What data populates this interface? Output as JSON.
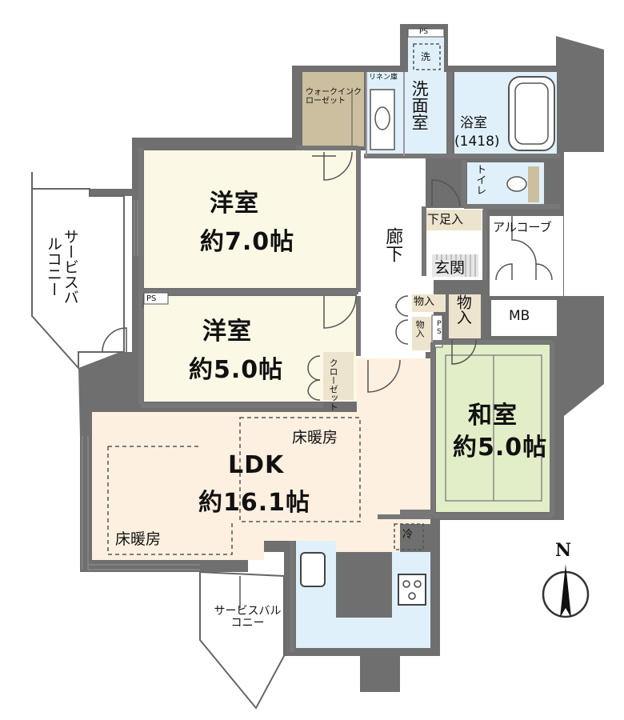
{
  "rooms": {
    "western1": {
      "name": "洋室",
      "size": "約7.0帖"
    },
    "western2": {
      "name": "洋室",
      "size": "約5.0帖"
    },
    "ldk": {
      "name": "LDK",
      "size": "約16.1帖"
    },
    "japanese": {
      "name": "和室",
      "size": "約5.0帖"
    },
    "bath": {
      "name": "浴室",
      "size": "(1418)"
    },
    "washroom": "洗面室",
    "toilet": "トイレ",
    "hallway": "廊下",
    "entrance": "玄関",
    "shoe_storage": "下足入",
    "alcove": "アルコーブ",
    "mb": "MB",
    "walk_in_closet": "ウォークインクローゼット",
    "linen": "リネン庫",
    "closet": "クローゼット",
    "storage": "物入",
    "floor_heating": "床暖房",
    "fridge": "冷",
    "washer": "洗",
    "ps": "PS",
    "service_balcony": "サービスバルコニー"
  },
  "compass": {
    "label": "N"
  },
  "colors": {
    "wall": "#707070",
    "western": "#fbf8e5",
    "ldk": "#fdf0e0",
    "japanese": "#e2eec7",
    "wet": "#e0f0fb",
    "wic": "#cbbf9f",
    "shoe": "#ede4cd"
  }
}
